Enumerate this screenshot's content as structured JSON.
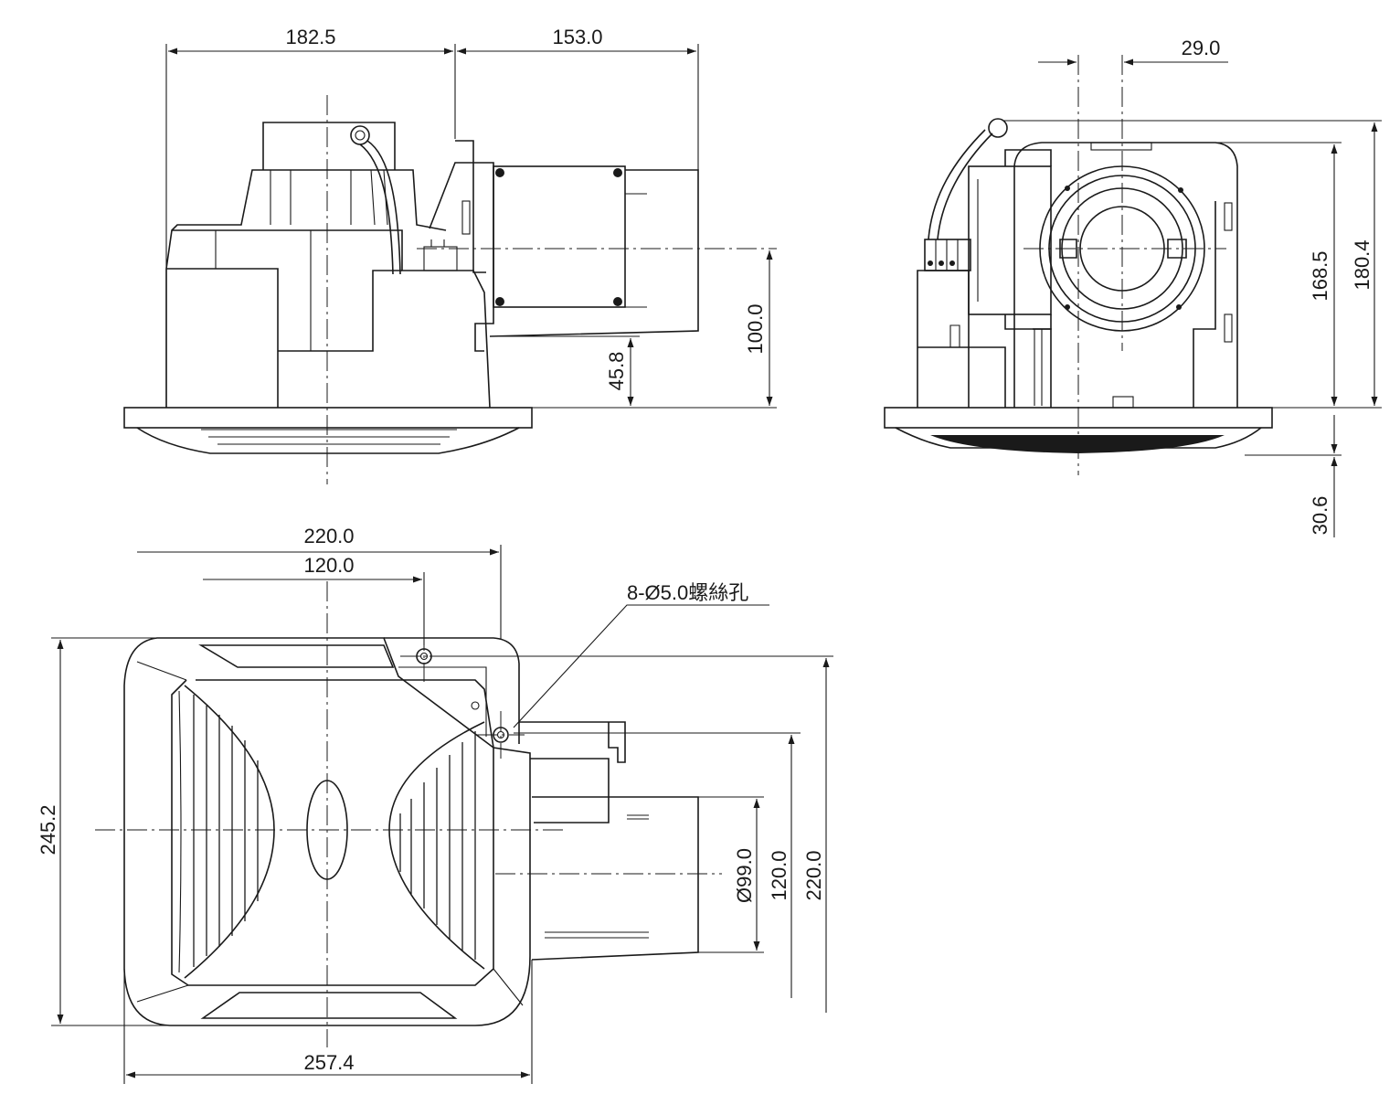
{
  "dimensions": {
    "front_width_left": "182.5",
    "front_width_right": "153.0",
    "front_duct_height": "100.0",
    "front_flange_height": "45.8",
    "side_offset": "29.0",
    "side_height_inner": "168.5",
    "side_height_total": "180.4",
    "side_grille_depth": "30.6",
    "top_width_total": "220.0",
    "top_width_inner": "120.0",
    "screw_holes": "8-Ø5.0螺絲孔",
    "top_depth": "245.2",
    "top_panel_width": "257.4",
    "duct_diameter": "Ø99.0",
    "duct_box_depth": "120.0",
    "box_depth_total": "220.0"
  }
}
